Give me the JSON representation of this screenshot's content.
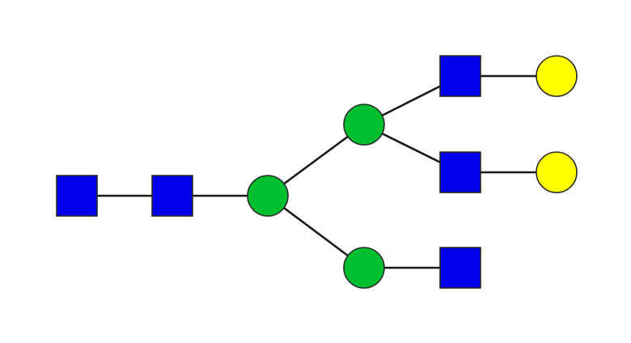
{
  "glycan": {
    "symbol_colors": {
      "square": "#0000ee",
      "green-circle": "#00c030",
      "yellow-circle": "#ffff00"
    },
    "nodes": [
      {
        "id": "sq-1",
        "kind": "square",
        "fill": "#0000ee",
        "icon": "blue-square-icon"
      },
      {
        "id": "sq-2",
        "kind": "square",
        "fill": "#0000ee",
        "icon": "blue-square-icon"
      },
      {
        "id": "gc-core",
        "kind": "circle",
        "fill": "#00c030",
        "icon": "green-circle-icon"
      },
      {
        "id": "gc-upper",
        "kind": "circle",
        "fill": "#00c030",
        "icon": "green-circle-icon"
      },
      {
        "id": "gc-lower",
        "kind": "circle",
        "fill": "#00c030",
        "icon": "green-circle-icon"
      },
      {
        "id": "sq-top",
        "kind": "square",
        "fill": "#0000ee",
        "icon": "blue-square-icon"
      },
      {
        "id": "sq-mid",
        "kind": "square",
        "fill": "#0000ee",
        "icon": "blue-square-icon"
      },
      {
        "id": "sq-bottom",
        "kind": "square",
        "fill": "#0000ee",
        "icon": "blue-square-icon"
      },
      {
        "id": "yc-top",
        "kind": "circle",
        "fill": "#ffff00",
        "icon": "yellow-circle-icon"
      },
      {
        "id": "yc-mid",
        "kind": "circle",
        "fill": "#ffff00",
        "icon": "yellow-circle-icon"
      }
    ],
    "links": [
      [
        "sq-1",
        "sq-2"
      ],
      [
        "sq-2",
        "gc-core"
      ],
      [
        "gc-core",
        "gc-upper"
      ],
      [
        "gc-core",
        "gc-lower"
      ],
      [
        "gc-upper",
        "sq-top"
      ],
      [
        "gc-upper",
        "sq-mid"
      ],
      [
        "gc-lower",
        "sq-bottom"
      ],
      [
        "sq-top",
        "yc-top"
      ],
      [
        "sq-mid",
        "yc-mid"
      ]
    ]
  }
}
